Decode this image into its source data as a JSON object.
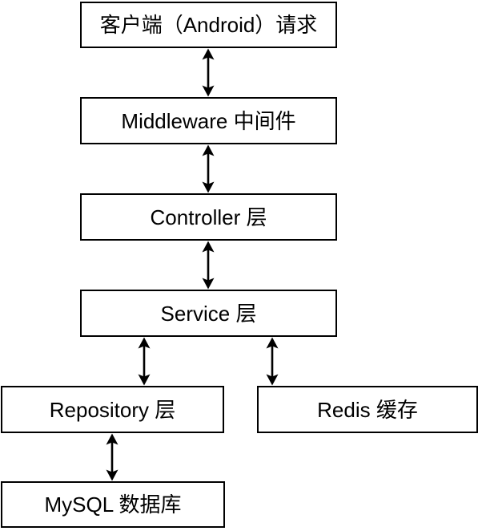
{
  "diagram": {
    "colors": {
      "background": "#ffffff",
      "node_fill": "#ffffff",
      "stroke": "#000000",
      "text": "#000000"
    },
    "nodes": [
      {
        "id": "client",
        "label": "客户端（Android）请求"
      },
      {
        "id": "middleware",
        "label": "Middleware 中间件"
      },
      {
        "id": "controller",
        "label": "Controller 层"
      },
      {
        "id": "service",
        "label": "Service 层"
      },
      {
        "id": "repository",
        "label": "Repository 层"
      },
      {
        "id": "redis",
        "label": "Redis 缓存"
      },
      {
        "id": "mysql",
        "label": "MySQL 数据库"
      }
    ],
    "edges": [
      {
        "from": "client",
        "to": "middleware",
        "direction": "bidirectional"
      },
      {
        "from": "middleware",
        "to": "controller",
        "direction": "bidirectional"
      },
      {
        "from": "controller",
        "to": "service",
        "direction": "bidirectional"
      },
      {
        "from": "service",
        "to": "repository",
        "direction": "bidirectional"
      },
      {
        "from": "service",
        "to": "redis",
        "direction": "bidirectional"
      },
      {
        "from": "repository",
        "to": "mysql",
        "direction": "bidirectional"
      }
    ]
  }
}
